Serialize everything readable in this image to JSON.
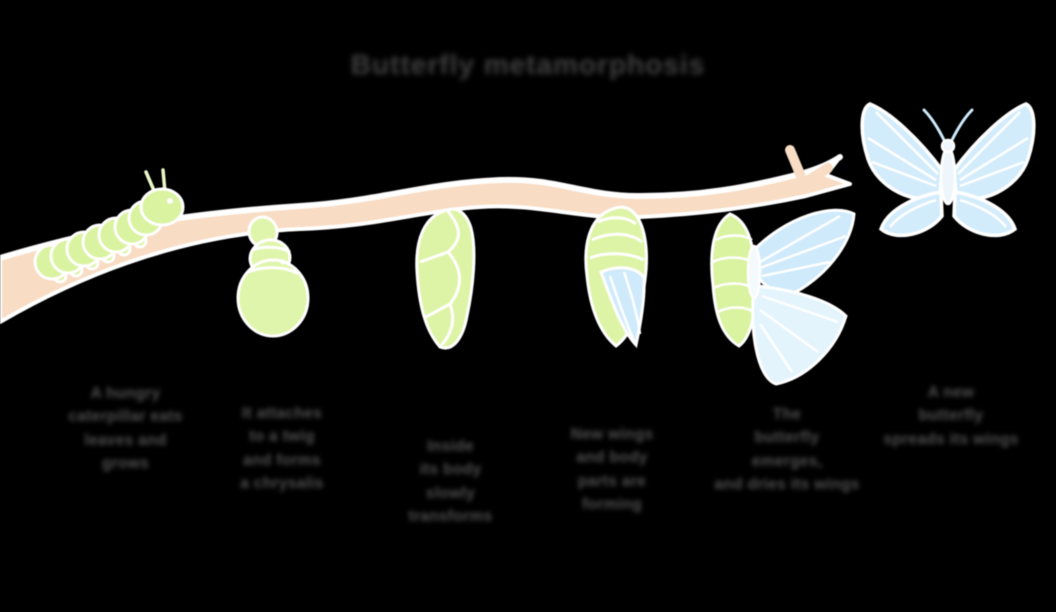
{
  "title": "Butterfly metamorphosis",
  "colors": {
    "background": "#000000",
    "branch": "#f8dcc4",
    "caterpillar_green": "#d9f3a0",
    "chrysalis_green": "#e0f5ac",
    "butterfly_blue": "#cfeafb",
    "butterfly_blue_pale": "#e4f4fd",
    "outline_white": "#ffffff",
    "title_text": "#404040",
    "caption_text": "#4f4f4f"
  },
  "stages": [
    {
      "id": "caterpillar",
      "caption": "A hungry\ncaterpillar eats\nleaves and\ngrows"
    },
    {
      "id": "hanging-caterpillar",
      "caption": "It attaches\nto a twig\nand forms\na chrysalis"
    },
    {
      "id": "chrysalis",
      "caption": "Inside\nits body\nslowly\ntransforms"
    },
    {
      "id": "transparent-chrysalis",
      "caption": "New wings\nand body\nparts are\nforming"
    },
    {
      "id": "emerging-butterfly",
      "caption": "The\nbutterfly\nemerges,\nand dries its wings"
    },
    {
      "id": "adult-butterfly",
      "caption": "A new\nbutterfly\nspreads its wings"
    }
  ]
}
